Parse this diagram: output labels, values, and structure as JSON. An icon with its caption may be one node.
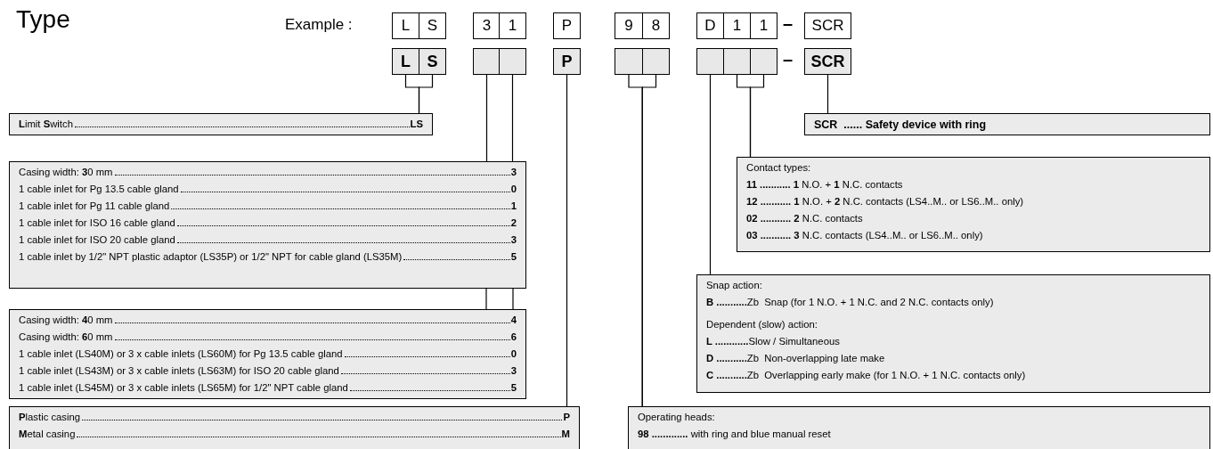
{
  "diagram": {
    "title": "Type",
    "nodes": [
      {
        "text": [
          "L"
        ]
      },
      {
        "text": [
          "S"
        ]
      },
      {
        "text": [
          "3"
        ]
      },
      {
        "text": [
          "1"
        ]
      },
      {
        "text": [
          "P"
        ]
      },
      {
        "text": [
          "9"
        ]
      },
      {
        "text": [
          "8"
        ]
      },
      {
        "text": [
          "D"
        ]
      },
      {
        "text": [
          "1"
        ]
      },
      {
        "text": [
          "1"
        ]
      },
      {
        "text": [
          "SCR"
        ]
      },
      {
        "text": [
          "L"
        ]
      },
      {
        "text": [
          "S"
        ]
      },
      {
        "text": [],
        "shape": "box"
      },
      {
        "text": [],
        "shape": "box"
      },
      {
        "text": [
          "P"
        ]
      },
      {
        "text": [],
        "shape": "box"
      },
      {
        "text": [],
        "shape": "box"
      },
      {
        "text": [],
        "shape": "box"
      },
      {
        "text": [],
        "shape": "box"
      },
      {
        "text": [],
        "shape": "box"
      },
      {
        "text": [
          "SCR"
        ]
      },
      {
        "text": [
          "**L**imit **S**witch",
          "LS"
        ]
      },
      {
        "text": [
          "SCR  ...... Safety device with ring"
        ]
      },
      {
        "text": [
          "Casing width: **3**0 mm",
          "3",
          "1 cable inlet for Pg 13.5 cable gland",
          "0",
          "1 cable inlet for Pg 11 cable gland",
          "1",
          "1 cable inlet for ISO 16 cable gland",
          "2",
          "1 cable inlet for ISO 20 cable gland",
          "3",
          "1 cable inlet by 1/2\" NPT plastic adaptor (LS35P) or 1/2\" NPT for cable gland (LS35M)",
          "5"
        ]
      },
      {
        "text": [
          "Contact types:",
          "**11 ........... 1** N.O. + **1** N.C. contacts",
          "**12 ........... 1** N.O. + **2** N.C. contacts (LS4..M.. or LS6..M.. only)",
          "**02 ........... 2** N.C. contacts",
          "**03 ........... 3** N.C. contacts (LS4..M.. or LS6..M.. only)"
        ]
      },
      {
        "text": [
          "Casing width: **4**0 mm",
          "4",
          "Casing width: **6**0 mm",
          "6",
          "1 cable inlet (LS40M) or 3 x cable inlets (LS60M) for Pg 13.5 cable gland",
          "0",
          "1 cable inlet (LS43M) or 3 x cable inlets (LS63M) for ISO 20 cable gland",
          "3",
          "1 cable inlet (LS45M) or 3 x cable inlets (LS65M) for 1/2\" NPT cable gland",
          "5"
        ]
      },
      {
        "text": [
          "Snap action:",
          "**B ...........**Zb  Snap (for 1 N.O. + 1 N.C. and 2 N.C. contacts only)",
          "Dependent (slow) action:",
          "**L ............**Slow / Simultaneous",
          "**D ...........**Zb  Non-overlapping late make",
          "**C ...........**Zb  Overlapping early make (for 1 N.O. + 1 N.C. contacts only)"
        ]
      },
      {
        "text": [
          "**P**lastic casing",
          "P",
          "**M**etal casing",
          "M"
        ]
      },
      {
        "text": [
          "Operating heads:",
          "**98 .............** with ring and blue manual reset"
        ]
      }
    ],
    "edges": [
      {
        "from": 11,
        "to": 22,
        "arrow": "none"
      },
      {
        "from": 12,
        "to": 22,
        "arrow": "none"
      },
      {
        "from": 13,
        "to": 24,
        "arrow": "none"
      },
      {
        "from": 14,
        "to": 24,
        "arrow": "none"
      },
      {
        "from": 24,
        "to": 26,
        "arrow": "none"
      },
      {
        "from": 24,
        "to": 26,
        "arrow": "none"
      },
      {
        "from": 15,
        "to": 28,
        "arrow": "none"
      },
      {
        "from": 16,
        "to": 29,
        "arrow": "none"
      },
      {
        "from": 17,
        "to": 29,
        "arrow": "none"
      },
      {
        "from": 18,
        "to": 27,
        "arrow": "none"
      },
      {
        "from": 19,
        "to": 25,
        "arrow": "none"
      },
      {
        "from": 20,
        "to": 25,
        "arrow": "none"
      },
      {
        "from": 21,
        "to": 23,
        "arrow": "none"
      }
    ],
    "labels": [
      "Example :",
      "–",
      "–"
    ]
  }
}
